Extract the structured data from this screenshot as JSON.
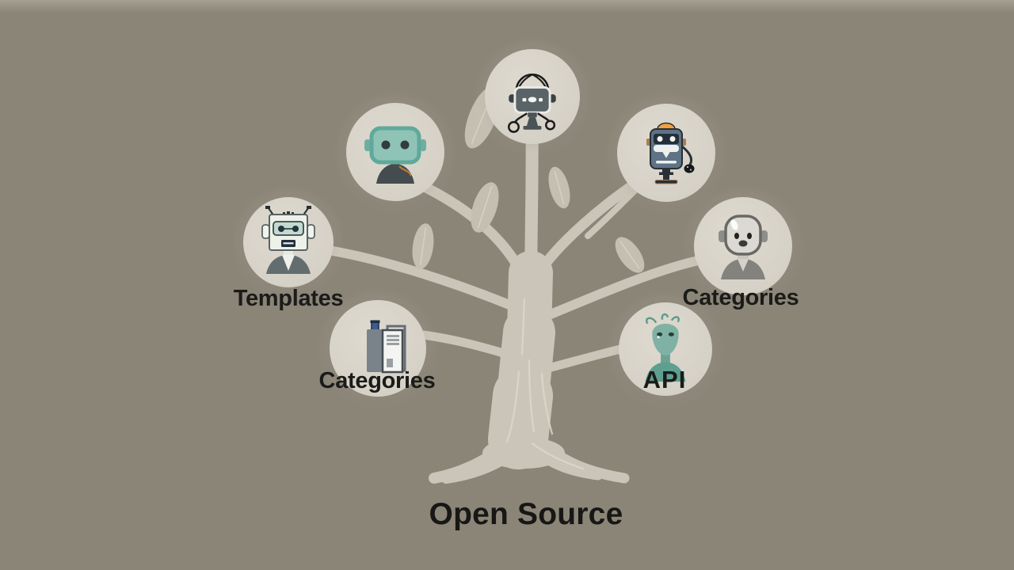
{
  "title": "Open Source",
  "colors": {
    "background": "#8b8578",
    "node_circle": "#d7d3c9",
    "tree": "#cac5b8",
    "leaf": "#c4bfb1",
    "text": "#1b1b19",
    "accent_teal": "#8fc3b6",
    "accent_orange": "#f0a23c",
    "accent_slate": "#5e7385"
  },
  "nodes": {
    "robot_tripod": {
      "icon": "tripod-robot-icon",
      "label": ""
    },
    "robot_teal_monitor": {
      "icon": "teal-monitor-robot-icon",
      "label": ""
    },
    "robot_orange_cap": {
      "icon": "orange-cap-robot-icon",
      "label": ""
    },
    "templates": {
      "icon": "visor-robot-icon",
      "label": "Templates"
    },
    "categories_left": {
      "icon": "open-book-icon",
      "label": "Categories"
    },
    "categories_right": {
      "icon": "android-head-icon",
      "label": "Categories"
    },
    "api": {
      "icon": "teal-alien-icon",
      "label": "API"
    }
  }
}
